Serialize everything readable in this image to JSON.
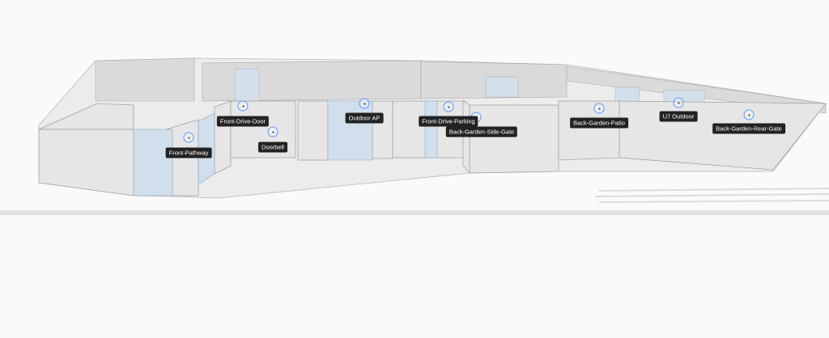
{
  "devices": [
    {
      "name": "Front-Pathway"
    },
    {
      "name": "Front-Drive-Door"
    },
    {
      "name": "Doorbell"
    },
    {
      "name": "Outdoor AP"
    },
    {
      "name": "Front-Drive-Parking"
    },
    {
      "name": "Back-Garden-Side-Gate"
    },
    {
      "name": "Back-Garden-Patio"
    },
    {
      "name": "U7 Outdoor"
    },
    {
      "name": "Back-Garden-Rear-Gate"
    }
  ],
  "colors": {
    "marker": "#5b9bff",
    "label_bg": "#222222",
    "wall": "#e4e4e4",
    "glass": "#cfdde9"
  }
}
